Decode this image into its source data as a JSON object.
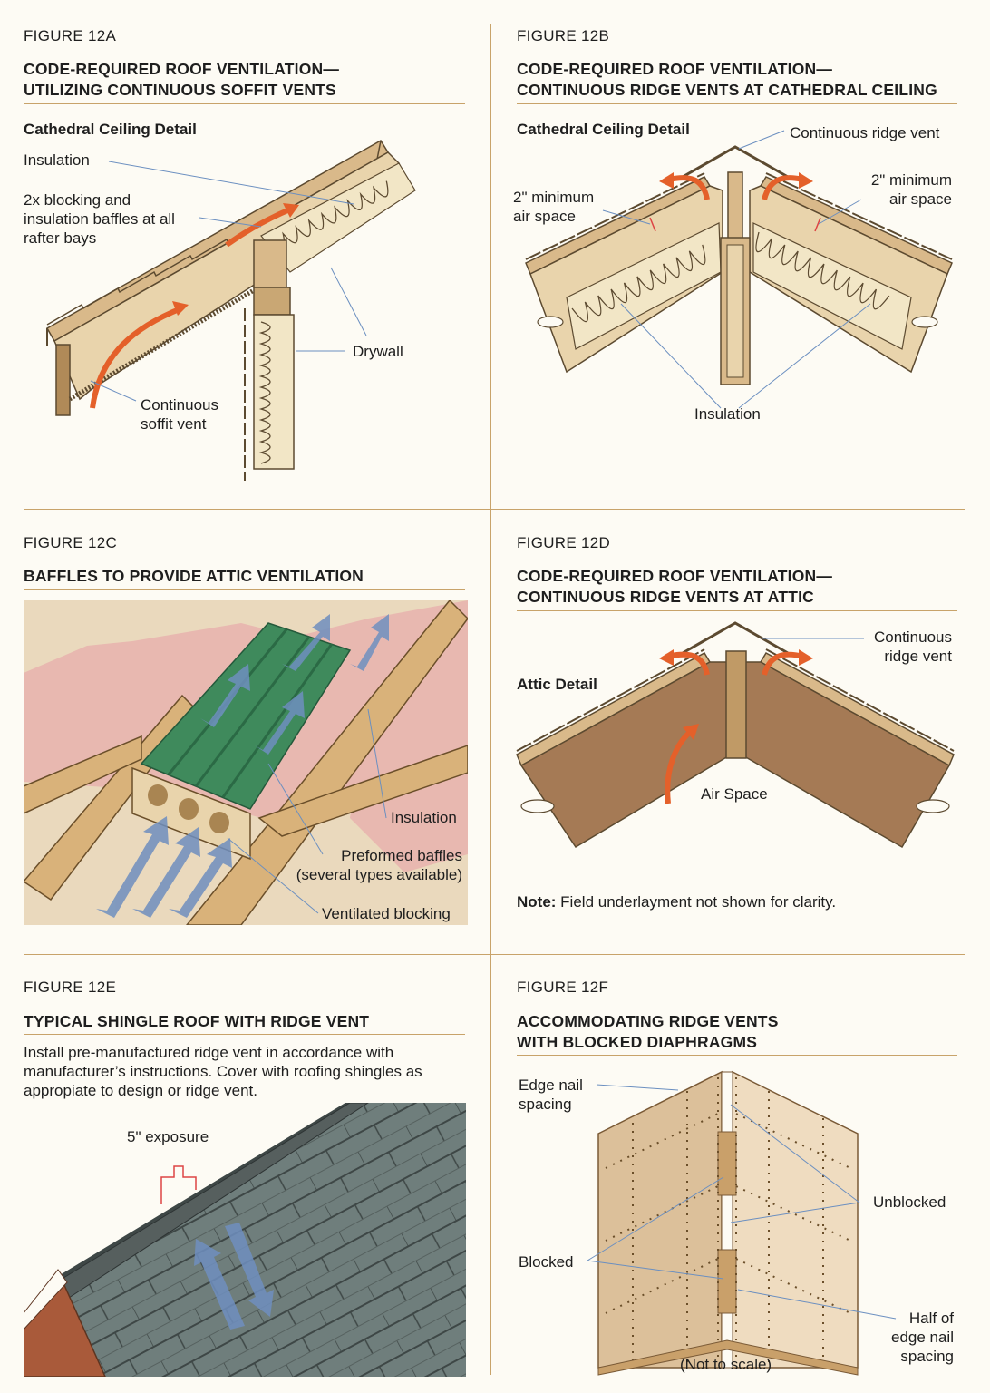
{
  "fig12a": {
    "label": "FIGURE 12A",
    "title_line1": "CODE-REQUIRED ROOF VENTILATION—",
    "title_line2": "UTILIZING CONTINUOUS SOFFIT VENTS",
    "subtitle": "Cathedral Ceiling Detail",
    "callouts": {
      "insulation": "Insulation",
      "blocking_1": "2x blocking and",
      "blocking_2": "insulation baffles at all",
      "blocking_3": "rafter bays",
      "drywall": "Drywall",
      "soffit_1": "Continuous",
      "soffit_2": "soffit vent"
    }
  },
  "fig12b": {
    "label": "FIGURE 12B",
    "title_line1": "CODE-REQUIRED ROOF VENTILATION—",
    "title_line2": "CONTINUOUS RIDGE VENTS AT CATHEDRAL CEILING",
    "subtitle": "Cathedral Ceiling Detail",
    "callouts": {
      "ridge_vent": "Continuous ridge vent",
      "min_left_1": "2\" minimum",
      "min_left_2": "air space",
      "min_right_1": "2\" minimum",
      "min_right_2": "air space",
      "insulation": "Insulation"
    }
  },
  "fig12c": {
    "label": "FIGURE 12C",
    "title": "BAFFLES TO PROVIDE ATTIC VENTILATION",
    "callouts": {
      "insulation": "Insulation",
      "baffles_1": "Preformed baffles",
      "baffles_2": "(several types available)",
      "blocking": "Ventilated blocking"
    }
  },
  "fig12d": {
    "label": "FIGURE 12D",
    "title_line1": "CODE-REQUIRED ROOF VENTILATION—",
    "title_line2": "CONTINUOUS RIDGE VENTS AT ATTIC",
    "subtitle": "Attic Detail",
    "callouts": {
      "ridge_1": "Continuous",
      "ridge_2": "ridge vent",
      "air_space": "Air Space"
    },
    "note_label": "Note:",
    "note_text": " Field underlayment not shown for clarity."
  },
  "fig12e": {
    "label": "FIGURE 12E",
    "title": "TYPICAL SHINGLE ROOF WITH RIDGE VENT",
    "para_1": "Install pre-manufactured ridge vent in accordance with",
    "para_2": "manufacturer’s instructions. Cover with roofing shingles as",
    "para_3": "appropiate to design or ridge vent.",
    "exposure": "5\" exposure"
  },
  "fig12f": {
    "label": "FIGURE 12F",
    "title_line1": "ACCOMMODATING RIDGE VENTS",
    "title_line2": "WITH BLOCKED DIAPHRAGMS",
    "callouts": {
      "edge_1": "Edge nail",
      "edge_2": "spacing",
      "unblocked": "Unblocked",
      "blocked": "Blocked",
      "half_1": "Half of",
      "half_2": "edge nail",
      "half_3": "spacing",
      "scale": "(Not to scale)"
    }
  },
  "colors": {
    "background": "#fdfbf4",
    "rule": "#c8a36a",
    "wood": "#d9b98a",
    "wood_dark": "#8a6a3e",
    "insulation": "#f2e6c6",
    "arrow_orange": "#e4602a",
    "arrow_blue": "#6f8fbf",
    "baffle_green": "#3f8a5c",
    "pink_insulation": "#e8b8b0",
    "shingle_gray": "#6f7e7c",
    "attic_brown": "#a57a55",
    "plywood": "#e8cfa8"
  }
}
